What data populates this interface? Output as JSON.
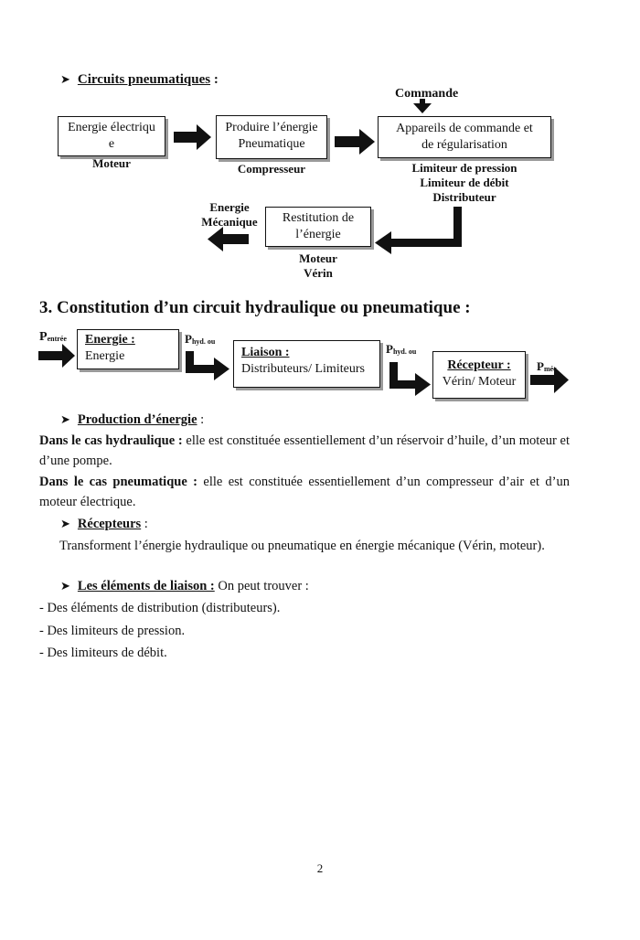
{
  "pneumatic": {
    "heading": "Circuits pneumatiques",
    "heading_suffix": " :",
    "commande": "Commande",
    "box1": "Energie électriqu\ne",
    "box1_label": "Moteur",
    "box2": "Produire l’énergie\nPneumatique",
    "box2_label": "Compresseur",
    "box3": "Appareils de commande et\nde régularisation",
    "box3_label": "Limiteur de pression\nLimiteur de débit\nDistributeur",
    "box4": "Restitution de\nl’énergie",
    "box4_label": "Moteur\nVérin",
    "energy_out": "Energie\nMécanique"
  },
  "section3": {
    "title": "3. Constitution d’un circuit hydraulique ou pneumatique :",
    "p_in": "P",
    "p_in_sub": "entrée",
    "box_energy_title": "Energie :",
    "box_energy_text": "Energie",
    "p_hyd1": "P",
    "p_hyd1_sub": "hyd. ou",
    "box_liaison_title": "Liaison :",
    "box_liaison_text": "Distributeurs/ Limiteurs",
    "p_hyd2": "P",
    "p_hyd2_sub": "hyd. ou",
    "box_recepteur_title": "Récepteur :",
    "box_recepteur_text": "Vérin/ Moteur",
    "p_out": "P",
    "p_out_sub": "méc"
  },
  "production": {
    "heading": "Production d’énergie",
    "heading_suffix": " :",
    "hyd_bold": "Dans le cas hydraulique :",
    "hyd_text": " elle est constituée essentiellement d’un réservoir d’huile, d’un moteur et d’une pompe.",
    "pneu_bold": "Dans le cas pneumatique :",
    "pneu_text": " elle est constituée essentiellement d’un compresseur d’air et d’un moteur électrique."
  },
  "recepteurs": {
    "heading": "Récepteurs",
    "heading_suffix": " :",
    "text": "Transforment l’énergie hydraulique ou pneumatique en énergie mécanique (Vérin, moteur)."
  },
  "liaison": {
    "heading": "Les éléments de liaison :",
    "heading_suffix": " On peut trouver :",
    "items": [
      "- Des éléments de distribution (distributeurs).",
      "- Des limiteurs de pression.",
      "- Des limiteurs de débit."
    ]
  },
  "page_number": "2"
}
